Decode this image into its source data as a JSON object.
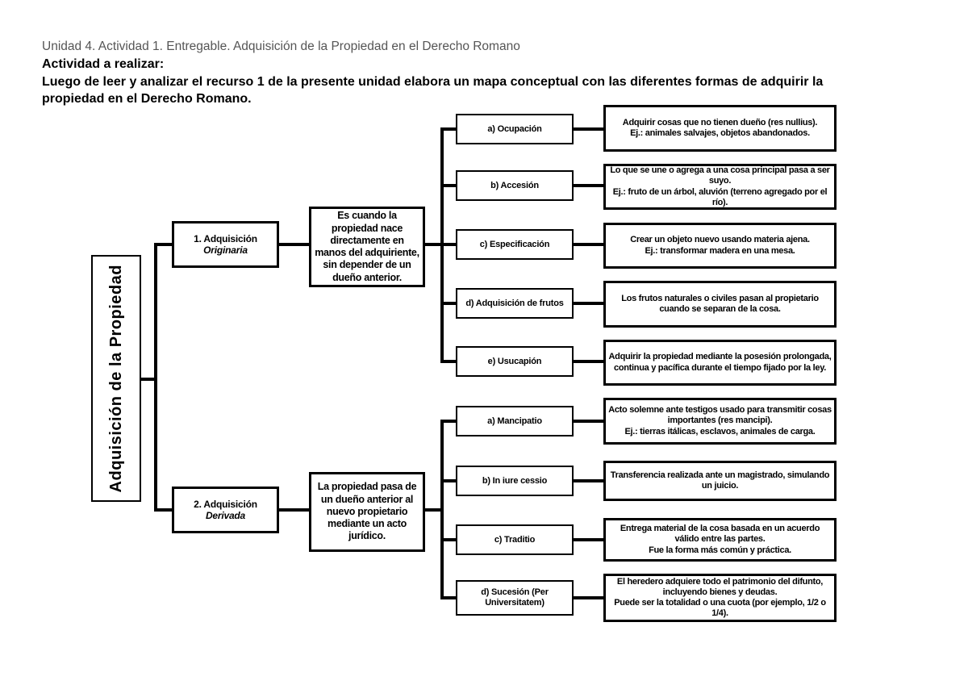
{
  "header": {
    "line1": "Unidad 4. Actividad 1. Entregable. Adquisición de la Propiedad en el Derecho Romano",
    "line2": "Actividad a realizar:",
    "line3": "Luego de leer y analizar el recurso 1 de la presente unidad elabora un mapa conceptual con las diferentes formas de adquirir la\npropiedad en el Derecho Romano."
  },
  "diagram": {
    "root_label": "Adquisición de la Propiedad",
    "branches": [
      {
        "label_prefix": "1. Adquisición ",
        "label_italic": "Originaria",
        "description": "Es cuando la propiedad nace directamente en manos del adquiriente, sin depender de un dueño anterior.",
        "children": [
          {
            "label": "a) Ocupación",
            "description": "Adquirir cosas que no tienen dueño (res nullius).\nEj.: animales salvajes, objetos abandonados."
          },
          {
            "label": "b) Accesión",
            "description": "Lo que se une o agrega a una cosa principal pasa a ser suyo.\nEj.: fruto de un árbol, aluvión (terreno agregado por el río)."
          },
          {
            "label": "c) Especificación",
            "description": "Crear un objeto nuevo usando materia ajena.\nEj.: transformar madera en una mesa."
          },
          {
            "label": "d) Adquisición de frutos",
            "description": "Los frutos naturales o civiles pasan al propietario cuando se separan de la cosa."
          },
          {
            "label": "e) Usucapión",
            "description": "Adquirir la propiedad mediante la posesión prolongada, continua y pacífica durante el tiempo fijado por la ley."
          }
        ]
      },
      {
        "label_prefix": "2. Adquisición ",
        "label_italic": "Derivada",
        "description": "La propiedad pasa de un dueño anterior al nuevo propietario mediante un acto jurídico.",
        "children": [
          {
            "label": "a) Mancipatio",
            "description": "Acto solemne ante testigos usado para transmitir cosas importantes (res mancipi).\nEj.: tierras itálicas, esclavos, animales de carga."
          },
          {
            "label": "b) In iure cessio",
            "description": "Transferencia realizada ante un magistrado, simulando un juicio."
          },
          {
            "label": "c) Traditio",
            "description": "Entrega material de la cosa basada en un acuerdo válido entre las partes.\nFue la forma más común y práctica."
          },
          {
            "label": "d) Sucesión (Per Universitatem)",
            "description": "El heredero adquiere todo el patrimonio del difunto, incluyendo bienes y deudas.\nPuede ser la totalidad o una cuota (por ejemplo, 1/2 o 1/4)."
          }
        ]
      }
    ]
  }
}
